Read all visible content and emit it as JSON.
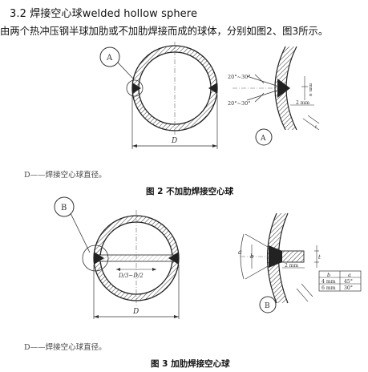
{
  "section": {
    "heading": "3.2 焊接空心球welded hollow sphere",
    "intro": "由两个热冲压钢半球加肋或不加肋焊接而成的球体，分别如图2、图3所示。"
  },
  "fig2": {
    "callout_main": "A",
    "callout_detail": "A",
    "angle_top": "20°~30°",
    "angle_bottom": "20°~30°",
    "dim_mm": "mm",
    "dim_vertical": "2 mm",
    "dim_gap": "2 mm",
    "diameter": "D",
    "note": "D——焊接空心球直径。",
    "caption": "图 2  不加肋焊接空心球"
  },
  "fig3": {
    "callout_main": "B",
    "callout_detail": "B",
    "rib_label": "D/3~D/2",
    "diameter": "D",
    "angle_a": "a",
    "b_label": "b",
    "t_label": "t",
    "gap": "2 mm",
    "table": {
      "headers": [
        "b",
        "a"
      ],
      "rows": [
        [
          "4 mm",
          "45°"
        ],
        [
          "6 mm",
          "30°"
        ]
      ]
    },
    "note": "D——焊接空心球直径。",
    "caption": "图 3  加肋焊接空心球"
  }
}
